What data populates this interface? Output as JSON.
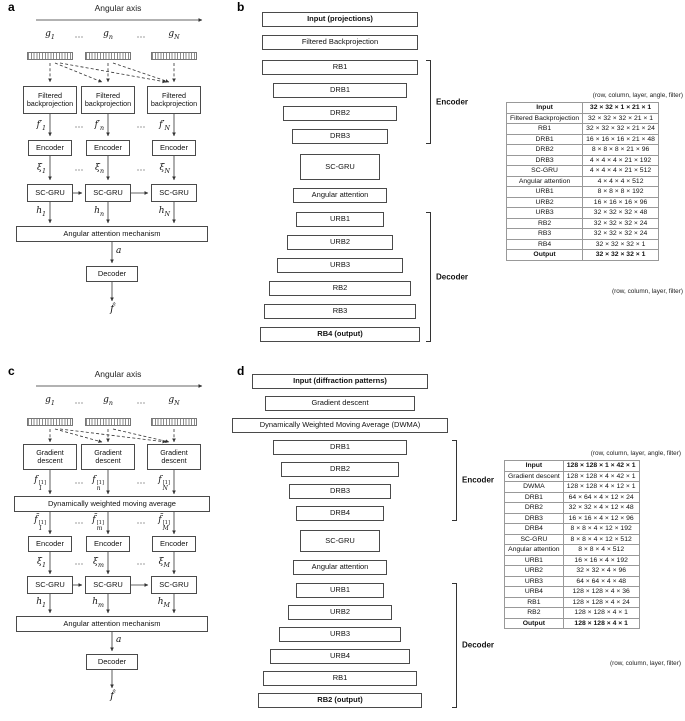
{
  "figure": {
    "ellipsis": "⋯",
    "panel_a": {
      "label": "a",
      "axis": "Angular axis",
      "g": [
        {
          "b": "g",
          "s": "1"
        },
        {
          "b": "g",
          "s": "n"
        },
        {
          "b": "g",
          "s": "N"
        }
      ],
      "recon": "Filtered backprojection",
      "f": [
        {
          "b": "f′",
          "s": "1"
        },
        {
          "b": "f′",
          "s": "n"
        },
        {
          "b": "f′",
          "s": "N"
        }
      ],
      "encoder": "Encoder",
      "xi": [
        {
          "b": "ξ",
          "s": "1"
        },
        {
          "b": "ξ",
          "s": "n"
        },
        {
          "b": "ξ",
          "s": "N"
        }
      ],
      "gru": "SC-GRU",
      "h": [
        {
          "b": "h",
          "s": "1"
        },
        {
          "b": "h",
          "s": "n"
        },
        {
          "b": "h",
          "s": "N"
        }
      ],
      "attention": "Angular attention mechanism",
      "a_out": "a",
      "decoder": "Decoder",
      "f_hat": "f̂"
    },
    "panel_b": {
      "label": "b",
      "blocks": [
        {
          "t": "Input (projections)"
        },
        {
          "t": "Filtered Backprojection"
        },
        {
          "t": "RB1"
        },
        {
          "t": "DRB1"
        },
        {
          "t": "DRB2"
        },
        {
          "t": "DRB3"
        },
        {
          "t": "SC-GRU"
        },
        {
          "t": "Angular attention"
        },
        {
          "t": "URB1"
        },
        {
          "t": "URB2"
        },
        {
          "t": "URB3"
        },
        {
          "t": "RB2"
        },
        {
          "t": "RB3"
        },
        {
          "t": "RB4 (output)"
        }
      ],
      "encoder_label": "Encoder",
      "decoder_label": "Decoder",
      "table": {
        "header_note": "(row, column, layer, angle, filter)",
        "footer_note": "(row, column, layer, filter)",
        "rows": [
          {
            "name": "Input",
            "dims": "32 × 32 × 1 × 21 × 1"
          },
          {
            "name": "Filtered Backprojection",
            "dims": "32 × 32 × 32 × 21 × 1"
          },
          {
            "name": "RB1",
            "dims": "32 × 32 × 32 × 21 × 24"
          },
          {
            "name": "DRB1",
            "dims": "16 × 16 × 16 × 21 × 48"
          },
          {
            "name": "DRB2",
            "dims": "8 × 8 × 8 × 21 × 96"
          },
          {
            "name": "DRB3",
            "dims": "4 × 4 × 4 × 21 × 192"
          },
          {
            "name": "SC-GRU",
            "dims": "4 × 4 × 4 × 21 × 512"
          },
          {
            "name": "Angular attention",
            "dims": "4 × 4 × 4 × 512"
          },
          {
            "name": "URB1",
            "dims": "8 × 8 × 8 × 192"
          },
          {
            "name": "URB2",
            "dims": "16 × 16 × 16 × 96"
          },
          {
            "name": "URB3",
            "dims": "32 × 32 × 32 × 48"
          },
          {
            "name": "RB2",
            "dims": "32 × 32 × 32 × 24"
          },
          {
            "name": "RB3",
            "dims": "32 × 32 × 32 × 24"
          },
          {
            "name": "RB4",
            "dims": "32 × 32 × 32 × 1"
          },
          {
            "name": "Output",
            "dims": "32 × 32 × 32 × 1"
          }
        ]
      }
    },
    "panel_c": {
      "label": "c",
      "axis": "Angular axis",
      "g": [
        {
          "b": "g",
          "s": "1"
        },
        {
          "b": "g",
          "s": "n"
        },
        {
          "b": "g",
          "s": "N"
        }
      ],
      "grad": "Gradient descent",
      "f1": [
        {
          "b": "f",
          "p": "[1]",
          "s": "1"
        },
        {
          "b": "f",
          "p": "[1]",
          "s": "n"
        },
        {
          "b": "f",
          "p": "[1]",
          "s": "N"
        }
      ],
      "dwma": "Dynamically weighted moving average",
      "fbar": [
        {
          "b": "f̄",
          "p": "[1]",
          "s": "1"
        },
        {
          "b": "f̄",
          "p": "[1]",
          "s": "m"
        },
        {
          "b": "f̄",
          "p": "[1]",
          "s": "M"
        }
      ],
      "encoder": "Encoder",
      "xi": [
        {
          "b": "ξ",
          "s": "1"
        },
        {
          "b": "ξ",
          "s": "m"
        },
        {
          "b": "ξ",
          "s": "M"
        }
      ],
      "gru": "SC-GRU",
      "h": [
        {
          "b": "h",
          "s": "1"
        },
        {
          "b": "h",
          "s": "m"
        },
        {
          "b": "h",
          "s": "M"
        }
      ],
      "attention": "Angular attention mechanism",
      "a_out": "a",
      "decoder": "Decoder",
      "f_hat": "f̂"
    },
    "panel_d": {
      "label": "d",
      "blocks": [
        {
          "t": "Input (diffraction patterns)"
        },
        {
          "t": "Gradient descent"
        },
        {
          "t": "Dynamically Weighted Moving Average (DWMA)"
        },
        {
          "t": "DRB1"
        },
        {
          "t": "DRB2"
        },
        {
          "t": "DRB3"
        },
        {
          "t": "DRB4"
        },
        {
          "t": "SC-GRU"
        },
        {
          "t": "Angular attention"
        },
        {
          "t": "URB1"
        },
        {
          "t": "URB2"
        },
        {
          "t": "URB3"
        },
        {
          "t": "URB4"
        },
        {
          "t": "RB1"
        },
        {
          "t": "RB2 (output)"
        }
      ],
      "encoder_label": "Encoder",
      "decoder_label": "Decoder",
      "table": {
        "header_note": "(row, column, layer, angle, filter)",
        "footer_note": "(row, column, layer, filter)",
        "rows": [
          {
            "name": "Input",
            "dims": "128 × 128 × 1 × 42 × 1"
          },
          {
            "name": "Gradient descent",
            "dims": "128 × 128 × 4 × 42 × 1"
          },
          {
            "name": "DWMA",
            "dims": "128 × 128 × 4 × 12 × 1"
          },
          {
            "name": "DRB1",
            "dims": "64 × 64 × 4 × 12 × 24"
          },
          {
            "name": "DRB2",
            "dims": "32 × 32 × 4 × 12 × 48"
          },
          {
            "name": "DRB3",
            "dims": "16 × 16 × 4 × 12 × 96"
          },
          {
            "name": "DRB4",
            "dims": "8 × 8 × 4 × 12 × 192"
          },
          {
            "name": "SC-GRU",
            "dims": "8 × 8 × 4 × 12 × 512"
          },
          {
            "name": "Angular attention",
            "dims": "8 × 8 × 4 × 512"
          },
          {
            "name": "URB1",
            "dims": "16 × 16 × 4 × 192"
          },
          {
            "name": "URB2",
            "dims": "32 × 32 × 4 × 96"
          },
          {
            "name": "URB3",
            "dims": "64 × 64 × 4 × 48"
          },
          {
            "name": "URB4",
            "dims": "128 × 128 × 4 × 36"
          },
          {
            "name": "RB1",
            "dims": "128 × 128 × 4 × 24"
          },
          {
            "name": "RB2",
            "dims": "128 × 128 × 4 × 1"
          },
          {
            "name": "Output",
            "dims": "128 × 128 × 4 × 1"
          }
        ]
      }
    }
  }
}
